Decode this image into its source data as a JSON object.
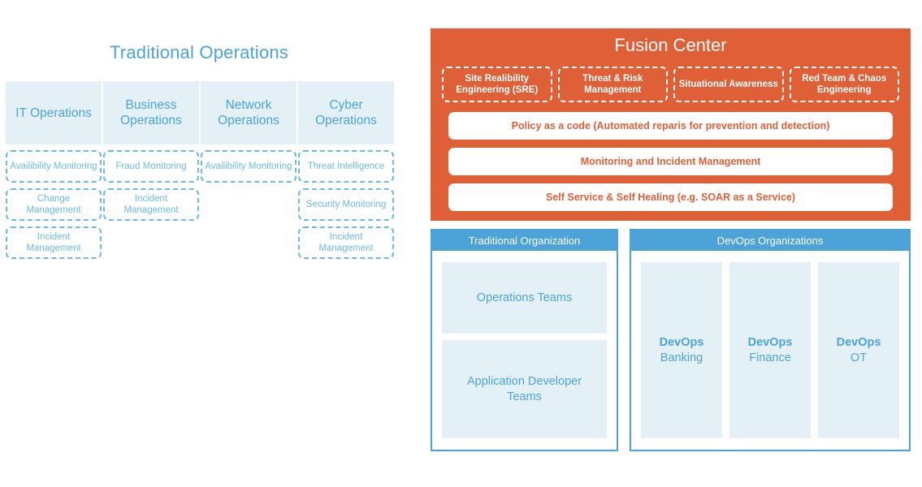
{
  "traditional_operations": {
    "title": "Traditional Operations",
    "columns": [
      {
        "heading": "IT Operations",
        "items": [
          "Availibility Monitoring",
          "Change Management",
          "Incident Management"
        ]
      },
      {
        "heading": "Business Operations",
        "items": [
          "Fraud Monitoring",
          "Incident Management"
        ]
      },
      {
        "heading": "Network Operations",
        "items": [
          "Availibility Monitoring"
        ]
      },
      {
        "heading": "Cyber Operations",
        "items": [
          "Threat Intelligence",
          "Security Monitoring",
          "Incident Management"
        ]
      }
    ]
  },
  "fusion_center": {
    "title": "Fusion Center",
    "pillars": [
      "Site Realibility Engineering (SRE)",
      "Threat & Risk Management",
      "Situational Awareness",
      "Red Team & Chaos Engineering"
    ],
    "capability_bars": [
      "Policy as a code (Automated reparis for prevention and detection)",
      "Monitoring and Incident Management",
      "Self Service & Self Healing (e.g. SOAR as a Service)"
    ]
  },
  "traditional_organization": {
    "header": "Traditional Organization",
    "teams": [
      "Operations Teams",
      "Application Developer Teams"
    ]
  },
  "devops_organizations": {
    "header": "DevOps Organizations",
    "teams": [
      {
        "line1": "DevOps",
        "line2": "Banking"
      },
      {
        "line1": "DevOps",
        "line2": "Finance"
      },
      {
        "line1": "DevOps",
        "line2": "OT"
      }
    ]
  },
  "colors": {
    "accent_blue": "#4ba3d8",
    "light_blue_fill": "#e3f1f6",
    "dashed_blue": "#6cbbe4",
    "fusion_orange": "#df6036",
    "white": "#ffffff"
  }
}
